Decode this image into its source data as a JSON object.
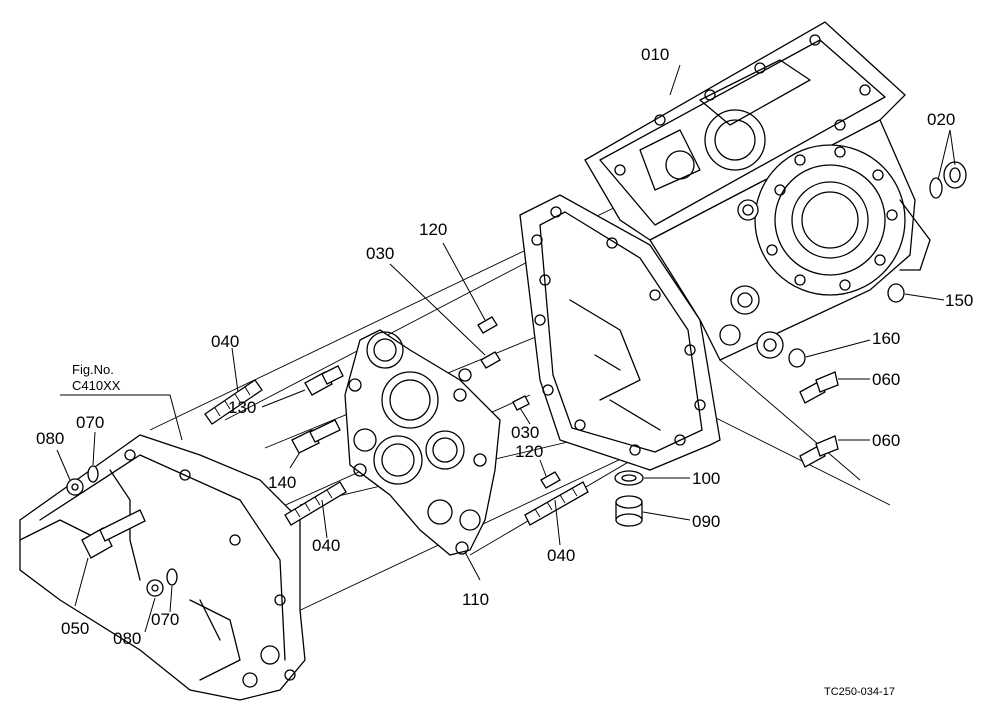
{
  "figure_ref": {
    "line1": "Fig.No.",
    "line2": "C410XX"
  },
  "part_labels": [
    "010",
    "020",
    "150",
    "160",
    "060",
    "060",
    "100",
    "090",
    "040",
    "110",
    "120",
    "030",
    "030",
    "120",
    "040",
    "130",
    "140",
    "040",
    "080",
    "070",
    "050",
    "080",
    "070"
  ],
  "drawing_code": "TC250-034-17",
  "colors": {
    "line": "#000000",
    "background": "#ffffff"
  }
}
